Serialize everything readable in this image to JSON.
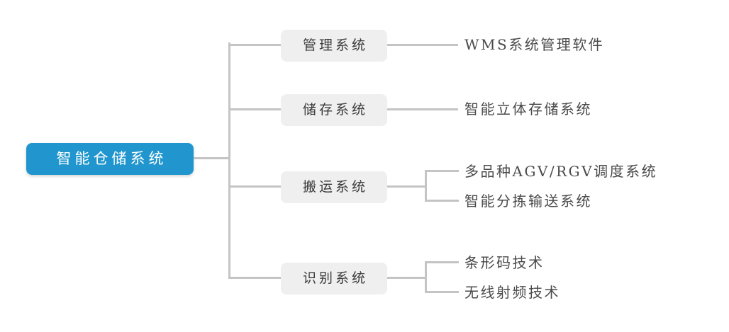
{
  "diagram": {
    "title": "智能仓储系统",
    "type": "tree-diagram",
    "colors": {
      "root_fill": "#2196ce",
      "root_text": "#ffffff",
      "node_fill": "#efefef",
      "node_text": "#3a3a3a",
      "leaf_text": "#4a4a4a",
      "connector": "#c4c4c4",
      "background": "#ffffff"
    },
    "root": {
      "label": "智能仓储系统"
    },
    "branches": [
      {
        "label": "管理系统",
        "children": [
          {
            "label": "WMS系统管理软件"
          }
        ]
      },
      {
        "label": "储存系统",
        "children": [
          {
            "label": "智能立体存储系统"
          }
        ]
      },
      {
        "label": "搬运系统",
        "children": [
          {
            "label": "多品种AGV/RGV调度系统"
          },
          {
            "label": "智能分拣输送系统"
          }
        ]
      },
      {
        "label": "识别系统",
        "children": [
          {
            "label": "条形码技术"
          },
          {
            "label": "无线射频技术"
          }
        ]
      }
    ]
  }
}
